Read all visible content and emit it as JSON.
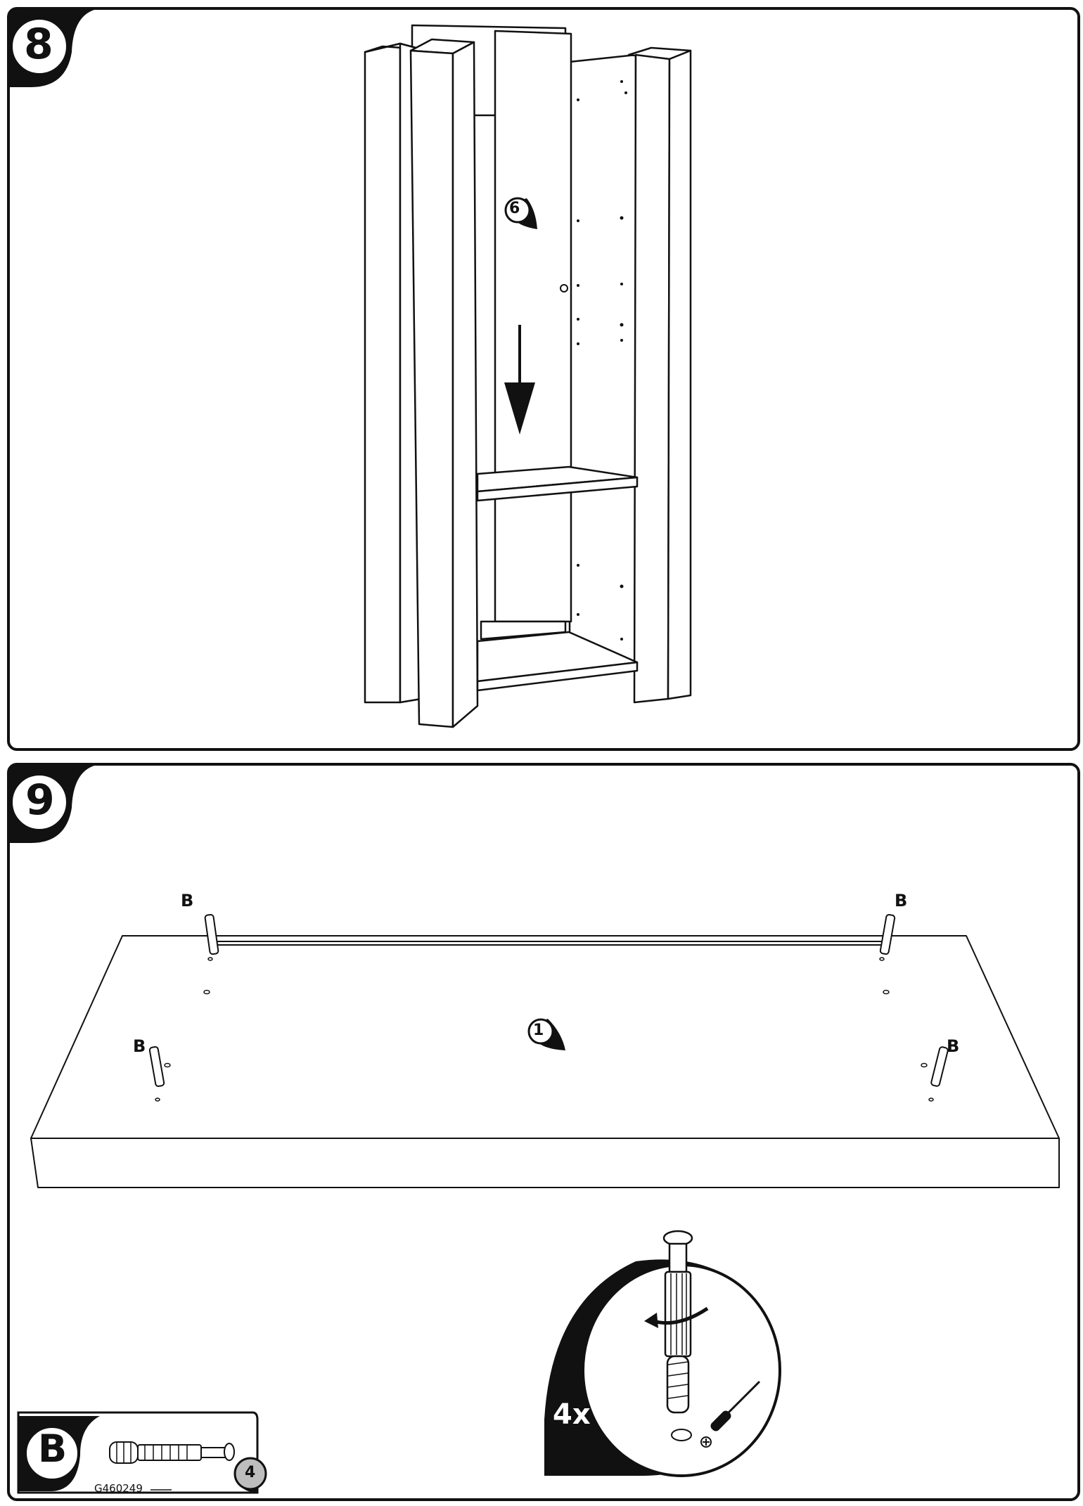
{
  "steps": [
    {
      "number": "8",
      "part_callout": "6"
    },
    {
      "number": "9",
      "part_callout": "1"
    }
  ],
  "step9": {
    "fitting_labels": [
      "B",
      "B",
      "B",
      "B"
    ],
    "detail_quantity": "4x"
  },
  "parts_box": {
    "letter": "B",
    "count": "4",
    "article_code": "G460249"
  },
  "colors": {
    "ink": "#111111",
    "paper": "#ffffff",
    "count_fill": "#bdbdbd"
  },
  "icons": [
    "down-arrow-icon",
    "rotate-arrow-icon",
    "screwdriver-icon"
  ]
}
